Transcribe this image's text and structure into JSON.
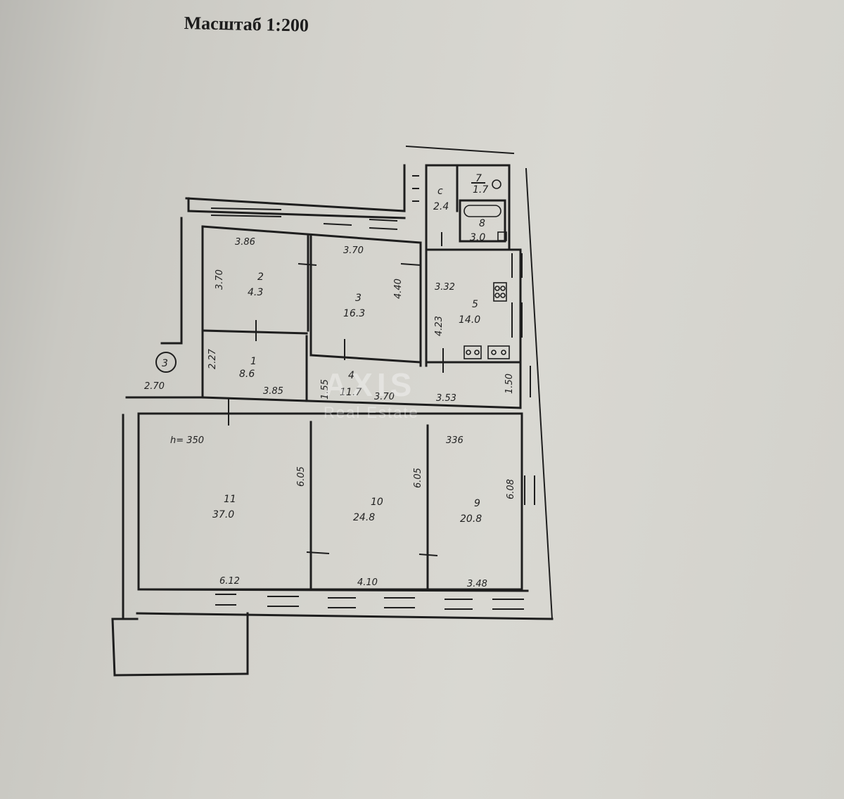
{
  "scale_title": "Масштаб 1:200",
  "watermark": {
    "line1": "AXIS",
    "line2": "Real Estate"
  },
  "height_note": "h= 350",
  "section_marker": "3",
  "rooms": [
    {
      "id": "1",
      "area": "8.6"
    },
    {
      "id": "2",
      "area": "4.3"
    },
    {
      "id": "3",
      "area": "16.3"
    },
    {
      "id": "4",
      "area": "11.7"
    },
    {
      "id": "5",
      "area": "14.0"
    },
    {
      "id": "с",
      "area": "2.4"
    },
    {
      "id": "7",
      "area": "1.7"
    },
    {
      "id": "8",
      "area": "3.0"
    },
    {
      "id": "9",
      "area": "20.8"
    },
    {
      "id": "10",
      "area": "24.8"
    },
    {
      "id": "11",
      "area": "37.0"
    }
  ],
  "dimensions": {
    "d386_top": "3.86",
    "d370_top": "3.70",
    "d370_left": "3.70",
    "d440": "4.40",
    "d332": "3.32",
    "d423": "4.23",
    "d227": "2.27",
    "d270": "2.70",
    "d385": "3.85",
    "d155": "1.55",
    "d370_mid": "3.70",
    "d353": "3.53",
    "d150": "1.50",
    "d336": "336",
    "d605_a": "6.05",
    "d605_b": "6.05",
    "d608": "6.08",
    "d612": "6.12",
    "d410": "4.10",
    "d348": "3.48"
  },
  "colors": {
    "ink": "#1e1e1e",
    "paper": "#d6d5cf"
  }
}
